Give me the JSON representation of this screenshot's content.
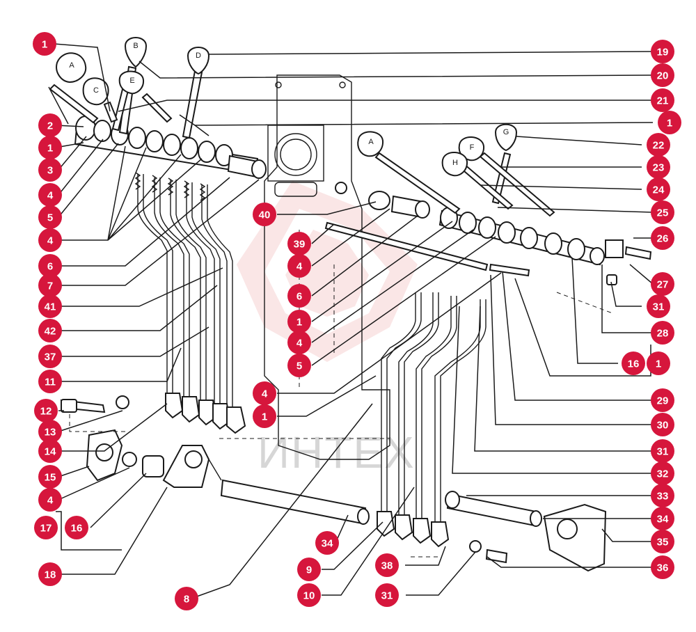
{
  "watermark": "ИНТЕХ",
  "accent_color": "#d6163c",
  "knob_letters": [
    "A",
    "C",
    "B",
    "D",
    "E",
    "G",
    "F",
    "H"
  ],
  "callouts": [
    {
      "label": "1"
    },
    {
      "label": "2"
    },
    {
      "label": "1"
    },
    {
      "label": "3"
    },
    {
      "label": "4"
    },
    {
      "label": "5"
    },
    {
      "label": "4"
    },
    {
      "label": "6"
    },
    {
      "label": "7"
    },
    {
      "label": "41"
    },
    {
      "label": "42"
    },
    {
      "label": "37"
    },
    {
      "label": "11"
    },
    {
      "label": "12"
    },
    {
      "label": "13"
    },
    {
      "label": "14"
    },
    {
      "label": "15"
    },
    {
      "label": "4"
    },
    {
      "label": "17"
    },
    {
      "label": "16"
    },
    {
      "label": "18"
    },
    {
      "label": "8"
    },
    {
      "label": "34"
    },
    {
      "label": "9"
    },
    {
      "label": "10"
    },
    {
      "label": "38"
    },
    {
      "label": "31"
    },
    {
      "label": "40"
    },
    {
      "label": "39"
    },
    {
      "label": "4"
    },
    {
      "label": "6"
    },
    {
      "label": "1"
    },
    {
      "label": "4"
    },
    {
      "label": "5"
    },
    {
      "label": "4"
    },
    {
      "label": "1"
    },
    {
      "label": "19"
    },
    {
      "label": "20"
    },
    {
      "label": "21"
    },
    {
      "label": "1"
    },
    {
      "label": "22"
    },
    {
      "label": "23"
    },
    {
      "label": "24"
    },
    {
      "label": "25"
    },
    {
      "label": "26"
    },
    {
      "label": "27"
    },
    {
      "label": "31"
    },
    {
      "label": "28"
    },
    {
      "label": "16"
    },
    {
      "label": "1"
    },
    {
      "label": "29"
    },
    {
      "label": "30"
    },
    {
      "label": "31"
    },
    {
      "label": "32"
    },
    {
      "label": "33"
    },
    {
      "label": "34"
    },
    {
      "label": "35"
    },
    {
      "label": "36"
    }
  ]
}
